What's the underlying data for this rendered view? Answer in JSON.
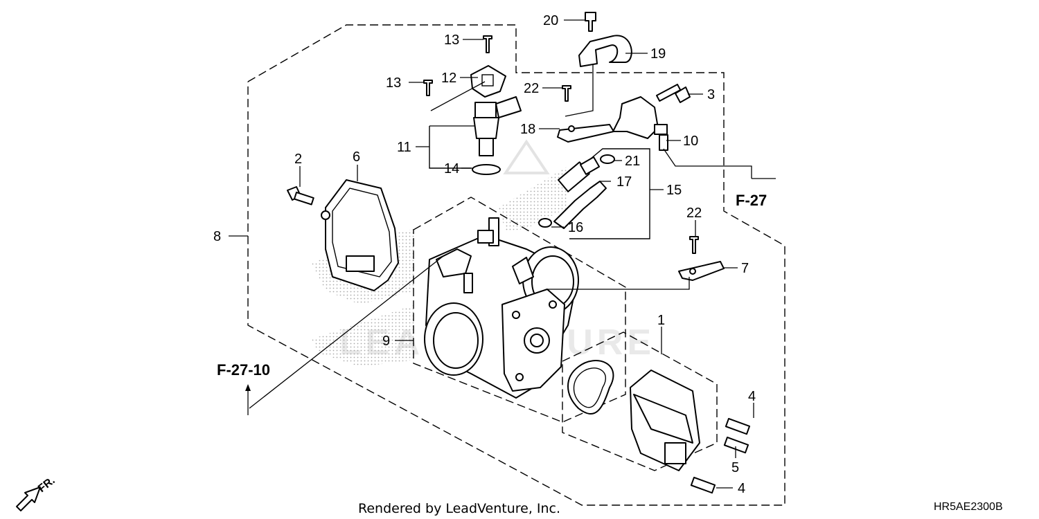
{
  "diagram": {
    "callouts": {
      "c1": "1",
      "c2": "2",
      "c3": "3",
      "c4a": "4",
      "c4b": "4",
      "c5": "5",
      "c6": "6",
      "c7": "7",
      "c8": "8",
      "c9": "9",
      "c10": "10",
      "c11": "11",
      "c12": "12",
      "c13a": "13",
      "c13b": "13",
      "c14": "14",
      "c15": "15",
      "c16": "16",
      "c17": "17",
      "c18": "18",
      "c19": "19",
      "c20": "20",
      "c21": "21",
      "c22a": "22",
      "c22b": "22"
    },
    "references": {
      "f27": "F-27",
      "f27_10": "F-27-10"
    },
    "direction": {
      "label": "FR.",
      "icon": "front-direction-arrow-icon"
    },
    "watermark": "LEADVENTURE",
    "footer": {
      "rendered_by": "Rendered by LeadVenture, Inc.",
      "diagram_code": "HR5AE2300B"
    }
  }
}
